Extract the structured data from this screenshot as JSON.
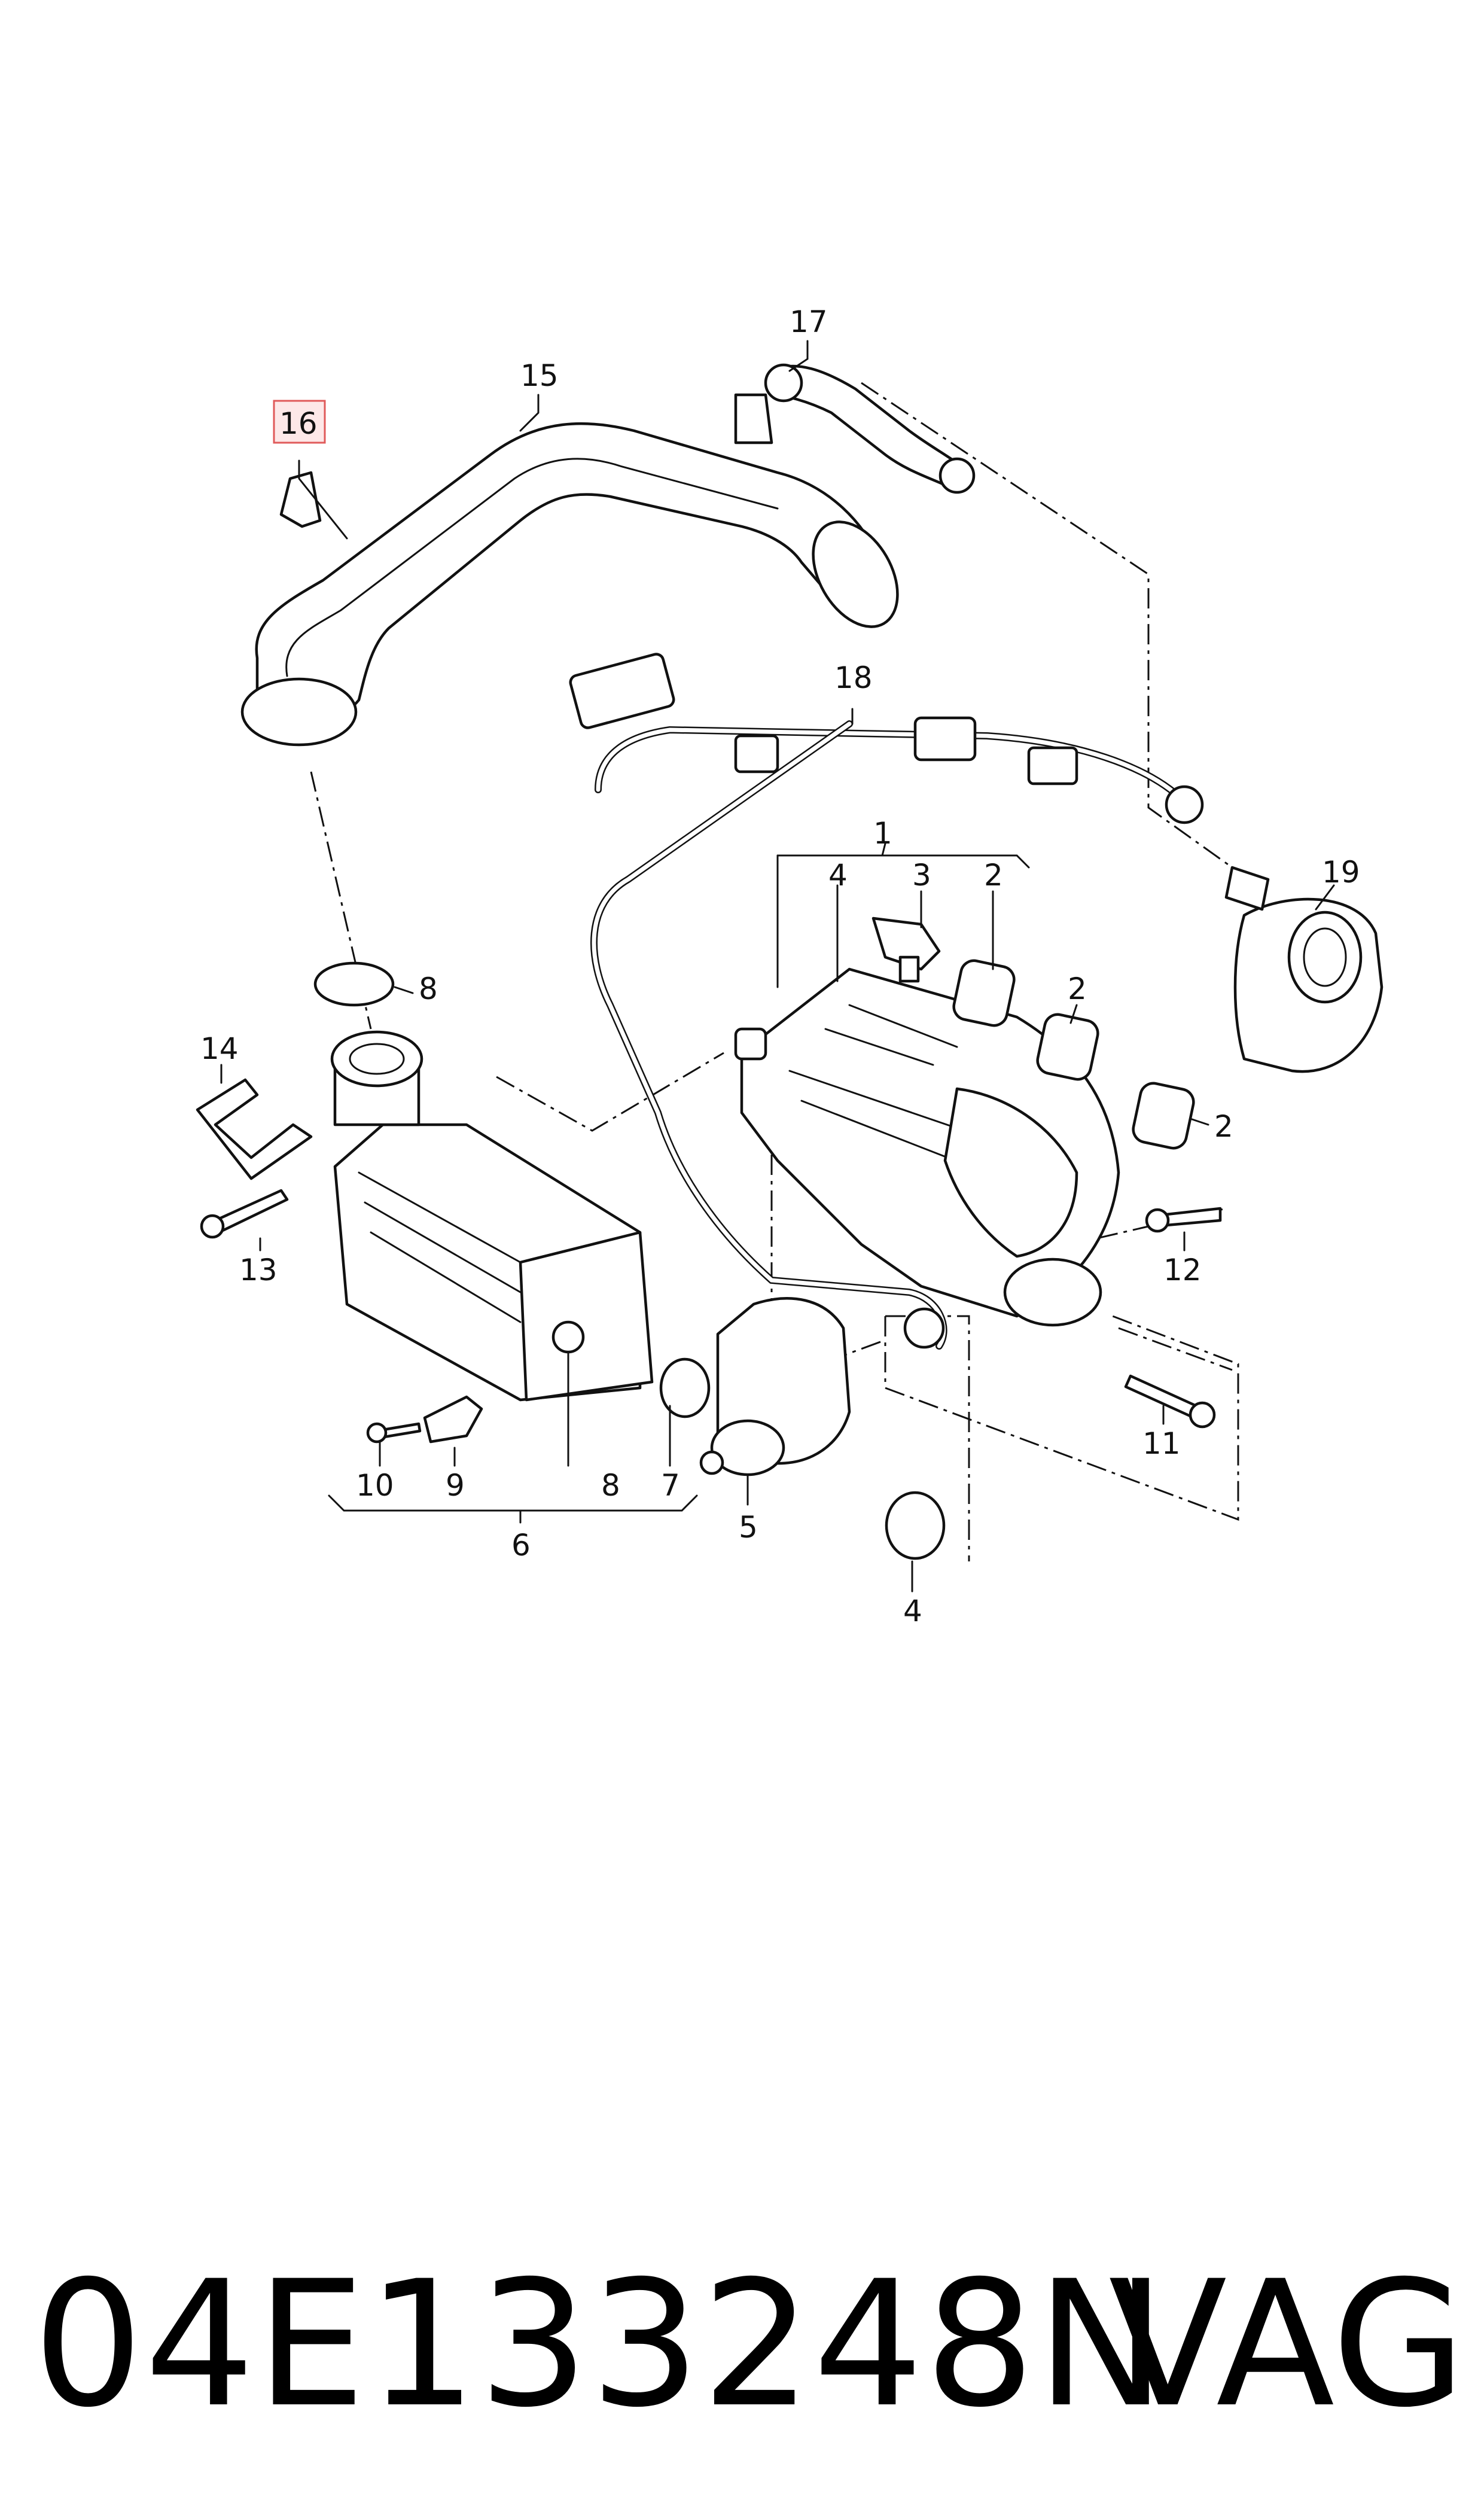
{
  "diagram": {
    "callouts": [
      {
        "id": "c1",
        "text": "1"
      },
      {
        "id": "c2a",
        "text": "2"
      },
      {
        "id": "c2b",
        "text": "2"
      },
      {
        "id": "c2c",
        "text": "2"
      },
      {
        "id": "c3",
        "text": "3"
      },
      {
        "id": "c4a",
        "text": "4"
      },
      {
        "id": "c4b",
        "text": "4"
      },
      {
        "id": "c5",
        "text": "5"
      },
      {
        "id": "c6",
        "text": "6"
      },
      {
        "id": "c7",
        "text": "7"
      },
      {
        "id": "c8a",
        "text": "8"
      },
      {
        "id": "c8b",
        "text": "8"
      },
      {
        "id": "c9",
        "text": "9"
      },
      {
        "id": "c10",
        "text": "10"
      },
      {
        "id": "c11",
        "text": "11"
      },
      {
        "id": "c12",
        "text": "12"
      },
      {
        "id": "c13",
        "text": "13"
      },
      {
        "id": "c14",
        "text": "14"
      },
      {
        "id": "c15",
        "text": "15"
      },
      {
        "id": "c16",
        "text": "16"
      },
      {
        "id": "c17",
        "text": "17"
      },
      {
        "id": "c18",
        "text": "18"
      },
      {
        "id": "c19",
        "text": "19"
      }
    ],
    "highlight_color": "#e05a5a"
  },
  "footer": {
    "part_number": "04E133248N",
    "brand": "VAG"
  }
}
